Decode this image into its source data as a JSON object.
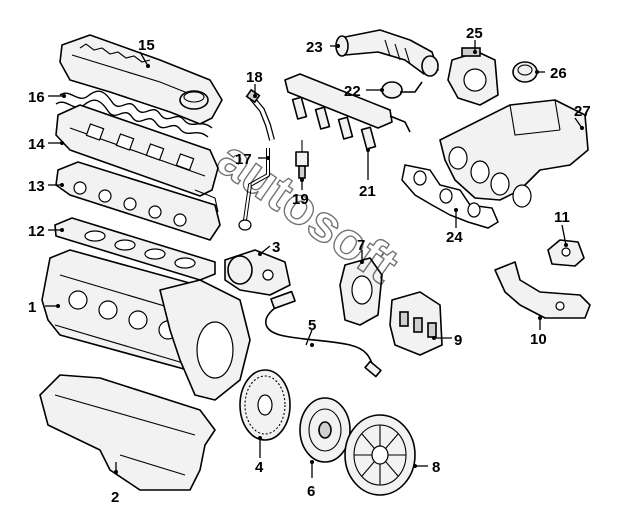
{
  "callouts": {
    "c1": "1",
    "c2": "2",
    "c3": "3",
    "c4": "4",
    "c5": "5",
    "c6": "6",
    "c7": "7",
    "c8": "8",
    "c9": "9",
    "c10": "10",
    "c11": "11",
    "c12": "12",
    "c13": "13",
    "c14": "14",
    "c15": "15",
    "c16": "16",
    "c17": "17",
    "c18": "18",
    "c19": "19",
    "c21": "21",
    "c22": "22",
    "c23": "23",
    "c24": "24",
    "c25": "25",
    "c26": "26",
    "c27": "27"
  },
  "watermark": "autosoft"
}
